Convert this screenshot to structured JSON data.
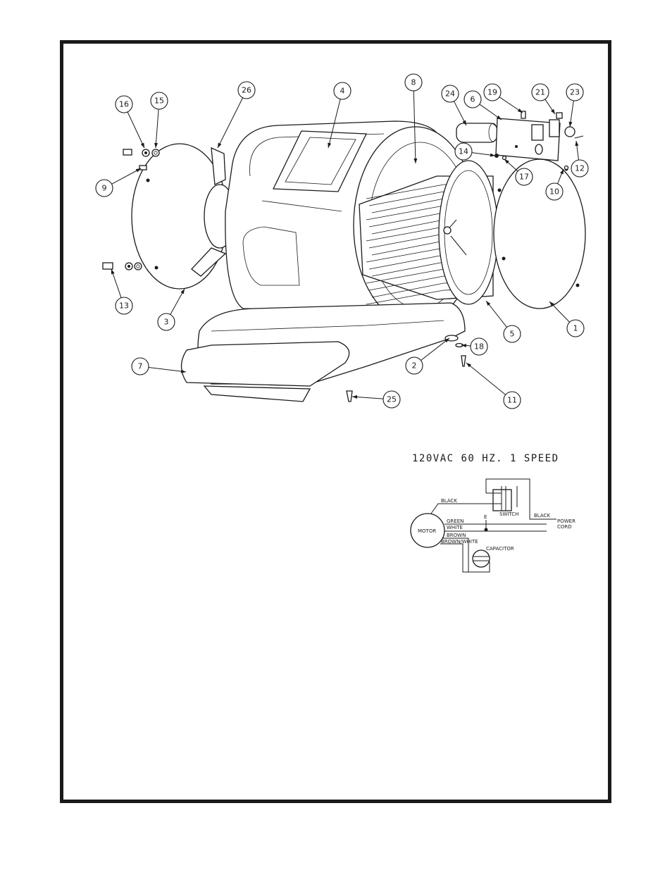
{
  "callouts": [
    {
      "n": "1"
    },
    {
      "n": "2"
    },
    {
      "n": "3"
    },
    {
      "n": "4"
    },
    {
      "n": "5"
    },
    {
      "n": "6"
    },
    {
      "n": "7"
    },
    {
      "n": "8"
    },
    {
      "n": "9"
    },
    {
      "n": "10"
    },
    {
      "n": "11"
    },
    {
      "n": "12"
    },
    {
      "n": "13"
    },
    {
      "n": "14"
    },
    {
      "n": "15"
    },
    {
      "n": "16"
    },
    {
      "n": "17"
    },
    {
      "n": "18"
    },
    {
      "n": "19"
    },
    {
      "n": "21"
    },
    {
      "n": "23"
    },
    {
      "n": "24"
    },
    {
      "n": "25"
    },
    {
      "n": "26"
    }
  ],
  "spec_title": "120VAC 60 HZ. 1 SPEED",
  "wiring": {
    "motor": "MOTOR",
    "switch": "SWITCH",
    "capacitor": "CAPACITOR",
    "black_1": "BLACK",
    "black_2": "BLACK",
    "green": "GREEN",
    "white": "WHITE",
    "brown": "BROWN",
    "brown_white": "BROWN/WHITE",
    "power_cord_1": "POWER",
    "power_cord_2": "CORD",
    "ground": "E"
  }
}
